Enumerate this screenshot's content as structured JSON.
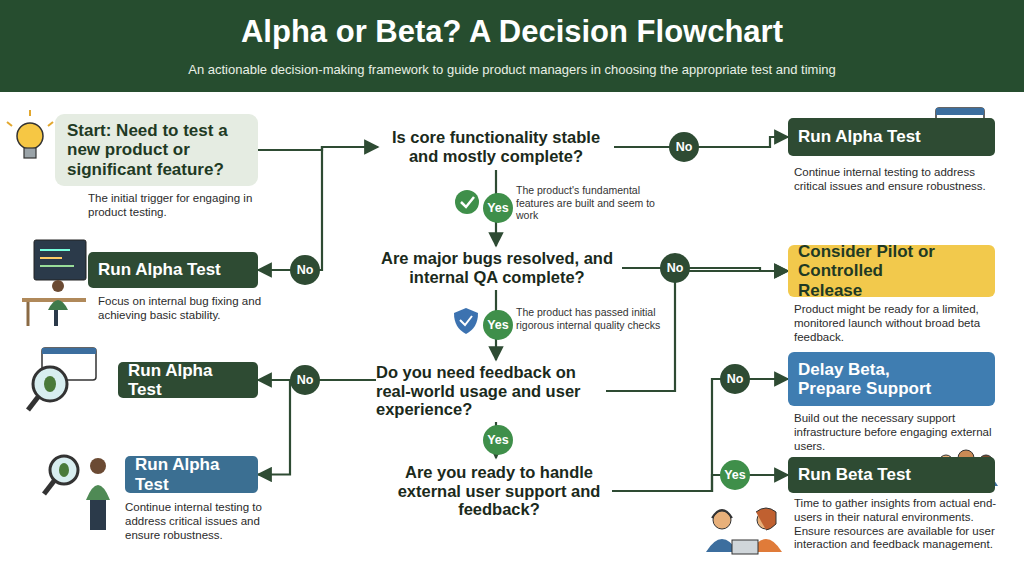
{
  "diagram": {
    "title": "Alpha or Beta? A Decision Flowchart",
    "nodes": [
      {
        "text": [
          "Start: Need to test a new product or significant feature?",
          "The initial trigger for engaging in product testing."
        ]
      },
      {
        "text": [
          "Is core functionality stable and mostly complete?"
        ]
      },
      {
        "text": [
          "Run Alpha Test",
          "Continue internal testing to address critical issues and ensure robustness."
        ]
      },
      {
        "text": [
          "Run Alpha Test",
          "Focus on internal bug fixing and achieving basic stability."
        ]
      },
      {
        "text": [
          "Are major bugs resolved, and internal QA complete?"
        ]
      },
      {
        "text": [
          "Consider Pilot or Controlled Release",
          "Product might be ready for a limited, monitored launch without broad beta feedback."
        ]
      },
      {
        "text": [
          "Run Alpha Test"
        ]
      },
      {
        "text": [
          "Do you need feedback on real-world usage and user experience?"
        ]
      },
      {
        "text": [
          "Delay Beta, Prepare Support",
          "Build out the necessary support infrastructure before engaging external users."
        ]
      },
      {
        "text": [
          "Run Alpha Test",
          "Continue internal testing to address critical issues and ensure robustness."
        ]
      },
      {
        "text": [
          "Are you ready to handle external user support and feedback?"
        ]
      },
      {
        "text": [
          "Run Beta Test",
          "Time to gather insights from actual end-users in their natural environments. Ensure resources are available for user interaction and feedback management."
        ]
      }
    ],
    "edges": [
      {
        "from": 0,
        "to": 1,
        "arrow": "to"
      },
      {
        "from": 1,
        "to": 2,
        "label": "No",
        "arrow": "to"
      },
      {
        "from": 1,
        "to": 4,
        "label": "Yes",
        "arrow": "to"
      },
      {
        "from": 1,
        "to": 3,
        "label": "No",
        "arrow": "to"
      },
      {
        "from": 4,
        "to": 5,
        "label": "No",
        "arrow": "to"
      },
      {
        "from": 4,
        "to": 7,
        "label": "Yes",
        "arrow": "to"
      },
      {
        "from": 7,
        "to": 6,
        "label": "No",
        "arrow": "to"
      },
      {
        "from": 7,
        "to": 9,
        "arrow": "to"
      },
      {
        "from": 7,
        "to": 5,
        "arrow": "to"
      },
      {
        "from": 7,
        "to": 10,
        "label": "Yes",
        "arrow": "to"
      },
      {
        "from": 10,
        "to": 8,
        "label": "No",
        "arrow": "to"
      },
      {
        "from": 10,
        "to": 11,
        "label": "Yes",
        "arrow": "to"
      }
    ],
    "labels": [
      "An actionable decision-making framework to guide product managers in choosing the appropriate test and timing",
      "The product's fundamental features are built and seem to work",
      "The product has passed initial rigorous internal quality checks"
    ]
  }
}
